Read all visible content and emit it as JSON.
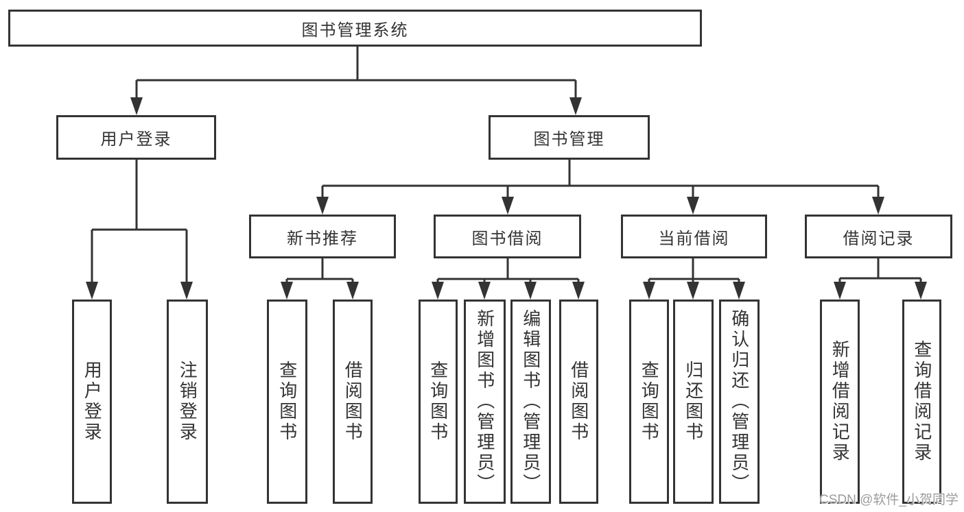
{
  "diagram": {
    "root": {
      "label": "图书管理系统"
    },
    "children": {
      "user_login": {
        "label": "用户登录",
        "children": {
          "login": {
            "label": "用户登录"
          },
          "logout": {
            "label": "注销登录"
          }
        }
      },
      "book_management": {
        "label": "图书管理",
        "children": {
          "new_book_recommend": {
            "label": "新书推荐",
            "children": {
              "query_books": {
                "label": "查询图书"
              },
              "borrow_books": {
                "label": "借阅图书"
              }
            }
          },
          "book_borrow": {
            "label": "图书借阅",
            "children": {
              "query_books": {
                "label": "查询图书"
              },
              "add_books": {
                "label": "新增图书（管理员）"
              },
              "edit_books": {
                "label": "编辑图书（管理员）"
              },
              "borrow_books": {
                "label": "借阅图书"
              }
            }
          },
          "current_borrow": {
            "label": "当前借阅",
            "children": {
              "query_books": {
                "label": "查询图书"
              },
              "return_books": {
                "label": "归还图书"
              },
              "confirm_return": {
                "label": "确认归还（管理员）"
              }
            }
          },
          "borrow_records": {
            "label": "借阅记录",
            "children": {
              "add_record": {
                "label": "新增借阅记录"
              },
              "query_record": {
                "label": "查询借阅记录"
              }
            }
          }
        }
      }
    }
  },
  "watermark": {
    "text": "CSDN @软件_小贺同学"
  },
  "colors": {
    "line": "#333333",
    "text": "#333333",
    "box_background": "#ffffff",
    "page_background": "#ffffff",
    "watermark": "#9c9c9c"
  }
}
